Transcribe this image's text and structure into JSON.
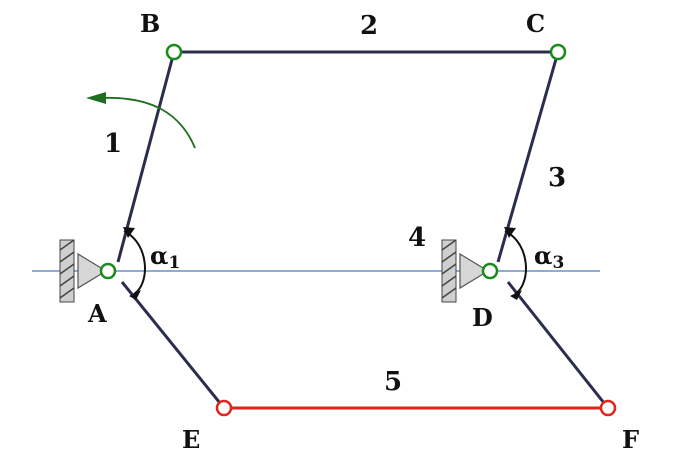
{
  "points": {
    "B": "B",
    "C": "C",
    "A": "A",
    "D": "D",
    "E": "E",
    "F": "F"
  },
  "links": {
    "link1": "1",
    "link2": "2",
    "link3": "3",
    "link4": "4",
    "link5": "5"
  },
  "angles": {
    "alpha1": {
      "symbol": "α",
      "subscript": "1"
    },
    "alpha3": {
      "symbol": "α",
      "subscript": "3"
    }
  },
  "colors": {
    "link": "#2b2d4f",
    "bottom_link": "#e2231a",
    "joint_green": "#1a8a1a",
    "joint_red": "#e2231a",
    "frame_line": "#6a8fc9",
    "rotation_arrow": "#1f6e1f",
    "ground_hatch": "#444444"
  }
}
